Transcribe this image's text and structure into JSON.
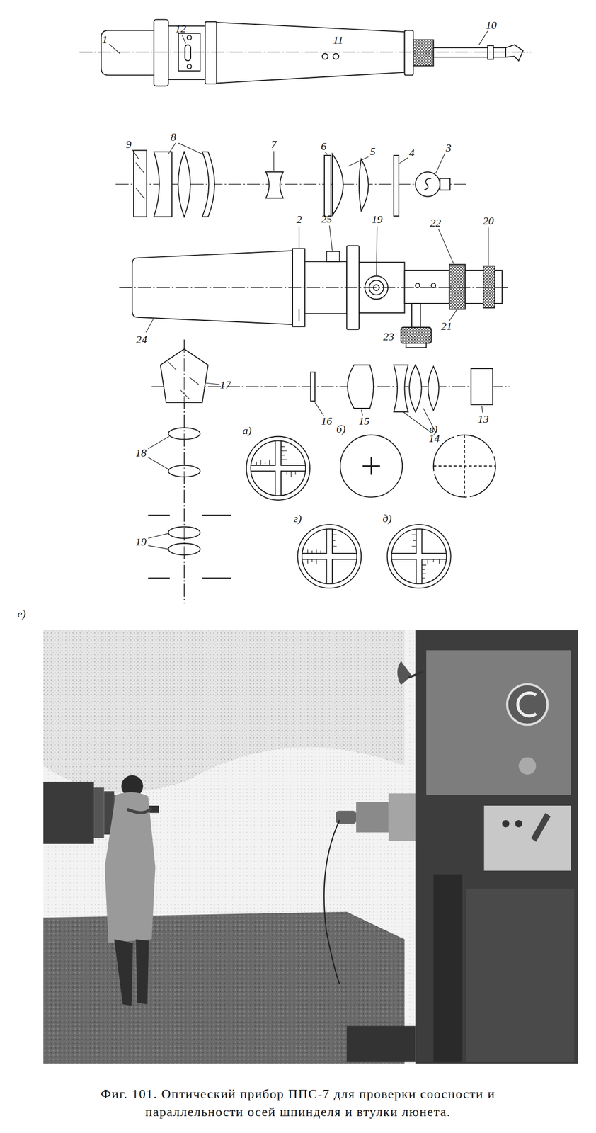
{
  "diagram": {
    "caption": "Фиг. 101. Оптический прибор ППС-7 для проверки соосности и параллельности осей шпинделя и втулки люнета.",
    "labels": [
      "1",
      "12",
      "11",
      "10",
      "9",
      "8",
      "7",
      "6",
      "5",
      "4",
      "3",
      "2",
      "25",
      "19",
      "22",
      "20",
      "24",
      "21",
      "23",
      "17",
      "16",
      "15",
      "14",
      "13",
      "18",
      "19",
      "а)",
      "б)",
      "в)",
      "г)",
      "д)",
      "е)"
    ]
  }
}
